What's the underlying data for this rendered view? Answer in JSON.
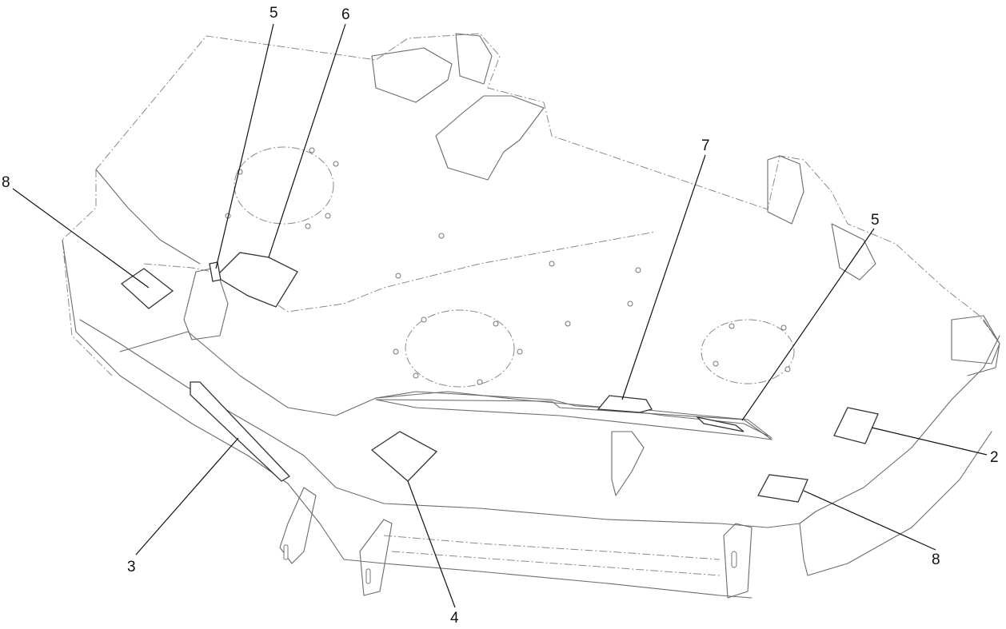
{
  "diagram": {
    "callouts": [
      {
        "id": "c-5-left",
        "label": "5"
      },
      {
        "id": "c-6",
        "label": "6"
      },
      {
        "id": "c-8-left",
        "label": "8"
      },
      {
        "id": "c-7",
        "label": "7"
      },
      {
        "id": "c-5-right",
        "label": "5"
      },
      {
        "id": "c-2",
        "label": "2"
      },
      {
        "id": "c-8-right",
        "label": "8"
      },
      {
        "id": "c-3",
        "label": "3"
      },
      {
        "id": "c-4",
        "label": "4"
      }
    ]
  }
}
